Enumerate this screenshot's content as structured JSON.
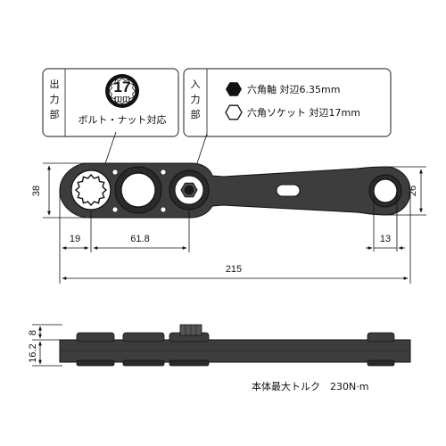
{
  "output_box": {
    "vertical_label": [
      "出",
      "力",
      "部"
    ],
    "size": "17",
    "unit": "mm",
    "caption": "ボルト・ナット対応"
  },
  "input_box": {
    "vertical_label": [
      "入",
      "力",
      "部"
    ],
    "lines": [
      {
        "icon": "filled-hexagon-icon",
        "text": "六角軸 対辺6.35mm"
      },
      {
        "icon": "outline-hexagon-icon",
        "text": "六角ソケット 対辺17mm"
      }
    ]
  },
  "dimensions": {
    "height": "38",
    "head_height": "26",
    "offset": "19",
    "spacing": "61.8",
    "end_diameter": "13",
    "overall_length": "215",
    "side_top": "8",
    "side_bottom": "16.2"
  },
  "torque_note": "本体最大トルク　230N·m",
  "colors": {
    "body": "#3d3d3d",
    "body_dark": "#1e1e1e",
    "line": "#111111",
    "box_border": "#444444"
  }
}
